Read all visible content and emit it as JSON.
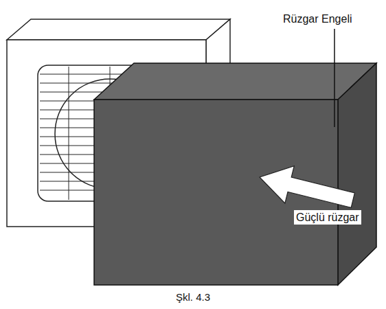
{
  "diagram": {
    "caption": "Şkl. 4.3",
    "labels": [
      "Rüzgar Engeli",
      "Güçlü rüzgar"
    ]
  }
}
